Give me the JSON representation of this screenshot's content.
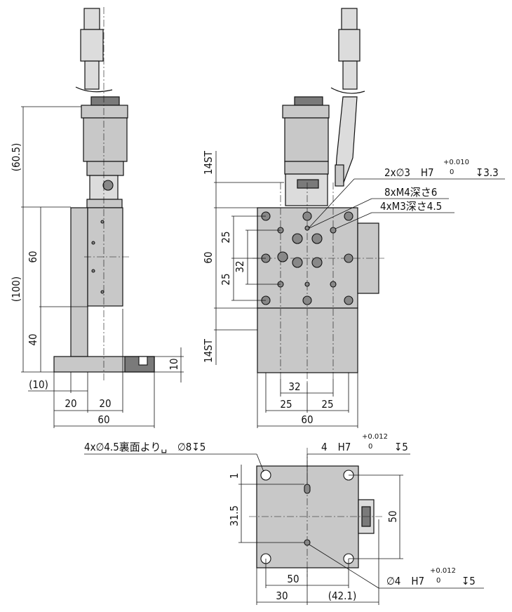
{
  "dimensions": {
    "side_view": {
      "d60_5": "(60.5)",
      "d100": "(100)",
      "d60": "60",
      "d40": "40",
      "d10_thk": "10",
      "d10_paren": "(10)",
      "d20a": "20",
      "d20b": "20",
      "d60_bottom": "60"
    },
    "front_view": {
      "st_top": "14ST",
      "st_bottom": "14ST",
      "d60_left": "60",
      "d25_top": "25",
      "d25_bottom": "25",
      "d32_vert": "32",
      "d32_horiz": "32",
      "d25_left": "25",
      "d25_right": "25",
      "d60_bottom": "60"
    },
    "bottom_view": {
      "d1": "1",
      "d31_5": "31.5",
      "d50_right": "50",
      "d50_bottom": "50",
      "d30": "30",
      "d42_1": "(42.1)"
    }
  },
  "callouts": {
    "pin_hole": "2x∅3　H7",
    "pin_hole_tol_upper": "+0.010",
    "pin_hole_tol_lower": "0",
    "pin_hole_depth": "↧3.3",
    "m4_tap": "8xM4深さ6",
    "m3_tap": "4xM3深さ4.5",
    "counterbore": "4x∅4.5裏面より␣　∅8↧5",
    "slot_hole": "4　H7",
    "slot_tol_upper": "+0.012",
    "slot_tol_lower": "0",
    "slot_depth": "↧5",
    "round_hole": "∅4　H7",
    "round_tol_upper": "+0.012",
    "round_tol_lower": "0",
    "round_depth": "↧5"
  }
}
